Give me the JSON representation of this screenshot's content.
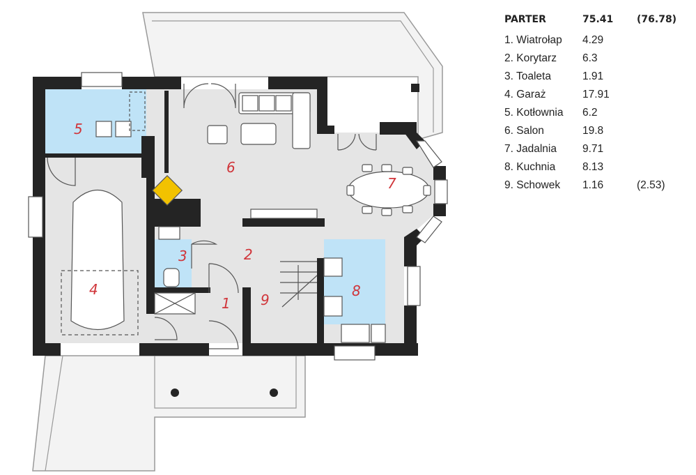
{
  "legend": {
    "title": "PARTER",
    "total": "75.41",
    "total_alt": "(76.78)",
    "rooms": [
      {
        "label": "1. Wiatrołap",
        "area": "4.29",
        "alt": ""
      },
      {
        "label": "2. Korytarz",
        "area": "6.3",
        "alt": ""
      },
      {
        "label": "3. Toaleta",
        "area": "1.91",
        "alt": ""
      },
      {
        "label": "4. Garaż",
        "area": "17.91",
        "alt": ""
      },
      {
        "label": "5. Kotłownia",
        "area": "6.2",
        "alt": ""
      },
      {
        "label": "6. Salon",
        "area": "19.8",
        "alt": ""
      },
      {
        "label": "7. Jadalnia",
        "area": "9.71",
        "alt": ""
      },
      {
        "label": "8. Kuchnia",
        "area": "8.13",
        "alt": ""
      },
      {
        "label": "9. Schowek",
        "area": "1.16",
        "alt": "(2.53)"
      }
    ]
  },
  "plan": {
    "room_numbers": [
      "1",
      "2",
      "3",
      "4",
      "5",
      "6",
      "7",
      "8",
      "9"
    ]
  },
  "colors": {
    "wall": "#242424",
    "floor": "#e5e5e5",
    "wet": "#bfe3f7",
    "label": "#d0353a"
  }
}
